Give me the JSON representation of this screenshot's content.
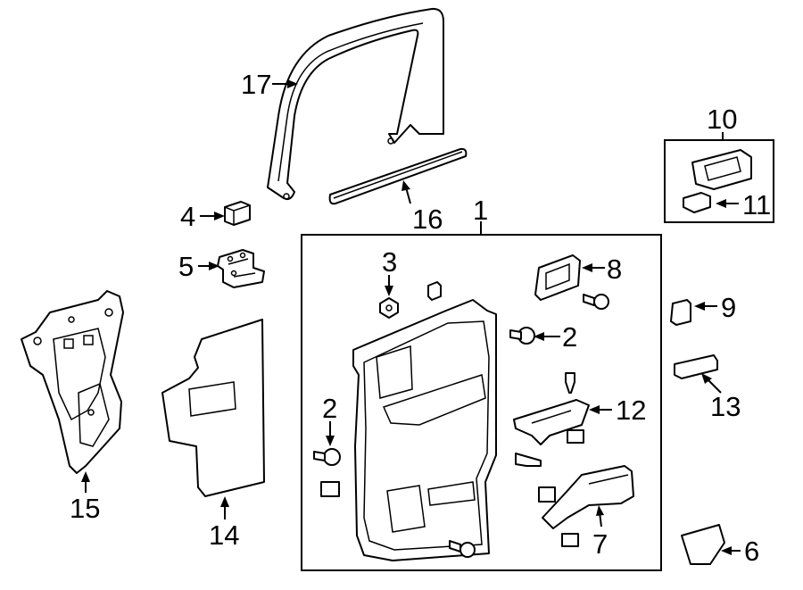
{
  "diagram": {
    "callouts": [
      {
        "id": "1",
        "text": "1"
      },
      {
        "id": "2a",
        "text": "2"
      },
      {
        "id": "2b",
        "text": "2"
      },
      {
        "id": "3",
        "text": "3"
      },
      {
        "id": "4",
        "text": "4"
      },
      {
        "id": "5",
        "text": "5"
      },
      {
        "id": "6",
        "text": "6"
      },
      {
        "id": "7",
        "text": "7"
      },
      {
        "id": "8",
        "text": "8"
      },
      {
        "id": "9",
        "text": "9"
      },
      {
        "id": "10",
        "text": "10"
      },
      {
        "id": "11",
        "text": "11"
      },
      {
        "id": "12",
        "text": "12"
      },
      {
        "id": "13",
        "text": "13"
      },
      {
        "id": "14",
        "text": "14"
      },
      {
        "id": "15",
        "text": "15"
      },
      {
        "id": "16",
        "text": "16"
      },
      {
        "id": "17",
        "text": "17"
      }
    ]
  }
}
